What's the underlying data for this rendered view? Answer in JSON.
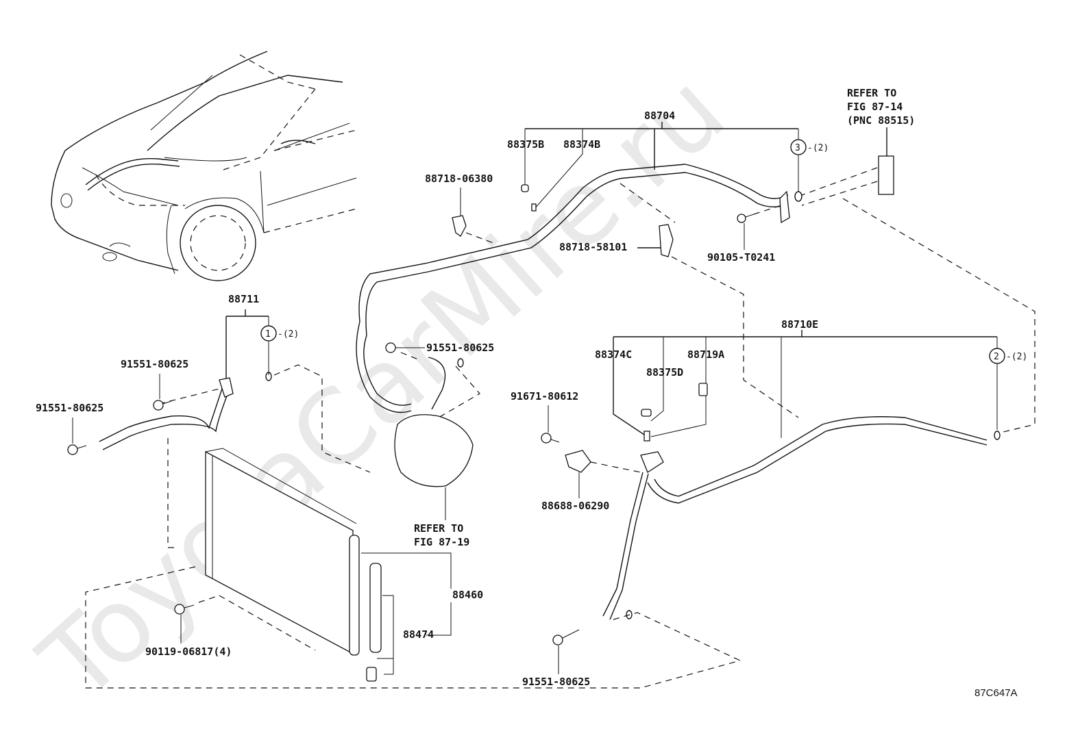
{
  "watermark": "ToyotaCarMire.ru",
  "diagram_id": "87C647A",
  "callouts": {
    "main_pipe": "88704",
    "pipe_cap_b": "88375B",
    "pipe_valve_b": "88374B",
    "clamp_06380": "88718-06380",
    "clamp_58101": "88718-58101",
    "bolt_t0241": "90105-T0241",
    "refer_1424_line1": "REFER TO",
    "refer_1424_line2": "FIG 87-14",
    "refer_1424_line3": "(PNC 88515)",
    "discharge_hose": "88711",
    "bolt_a": "91551-80625",
    "bolt_b": "91551-80625",
    "bolt_c": "91551-80625",
    "bolt_d": "91551-80625",
    "liquid_tube": "88710E",
    "valve_c": "88374C",
    "cap_d": "88375D",
    "pressure_switch": "88719A",
    "bolt_80612": "91671-80612",
    "clamp_06290": "88688-06290",
    "refer_1919_line1": "REFER TO",
    "refer_1919_line2": "FIG 87-19",
    "condenser": "88460",
    "dryer": "88474",
    "bolt_06817": "90119-06817(4)"
  },
  "markers": [
    {
      "num": "1",
      "qty": "-(2)"
    },
    {
      "num": "2",
      "qty": "-(2)"
    },
    {
      "num": "3",
      "qty": "-(2)"
    }
  ]
}
